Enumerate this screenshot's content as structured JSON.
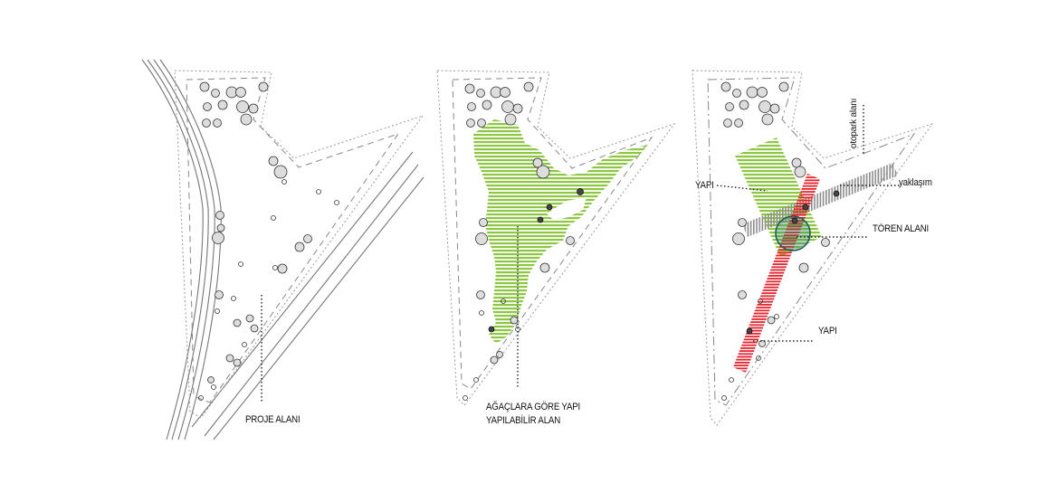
{
  "panels": [
    {
      "id": "panel-1",
      "labels": {
        "proje_alani": "PROJE ALANI"
      }
    },
    {
      "id": "panel-2",
      "labels": {
        "line1": "AĞAÇLARA GÖRE YAPI",
        "line2": "YAPILABİLİR ALAN"
      }
    },
    {
      "id": "panel-3",
      "labels": {
        "otopark": "otopark alanı",
        "yapi_top": "YAPI",
        "yaklasim": "yaklaşım",
        "toren": "TÖREN ALANI",
        "yapi_bottom": "YAPI"
      }
    }
  ],
  "colors": {
    "buildable_green": "#8dc63f",
    "building_red": "#e8212b",
    "approach_grey": "#9a9a9a",
    "ceremony_teal": "#2f7d6e",
    "outline": "#666666"
  }
}
